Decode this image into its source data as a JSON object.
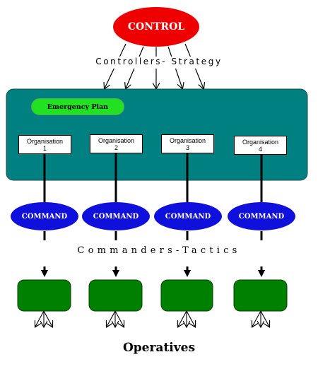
{
  "control": {
    "label": "CONTROL",
    "fill": "#ee0000"
  },
  "controllers_strategy": "Controllers- Strategy",
  "emergency_plan": {
    "label": "Emergency Plan",
    "fill": "#22e022"
  },
  "organisations": [
    {
      "line1": "Organisation",
      "line2": "1"
    },
    {
      "line1": "Organisation",
      "line2": "2"
    },
    {
      "line1": "Organisation",
      "line2": "3"
    },
    {
      "line1": "Organisation",
      "line2": "4"
    }
  ],
  "commands": [
    {
      "label": "COMMAND"
    },
    {
      "label": "COMMAND"
    },
    {
      "label": "COMMAND"
    },
    {
      "label": "COMMAND"
    }
  ],
  "commanders_tactics": "Commanders-Tactics",
  "operatives": "Operatives",
  "colors": {
    "control": "#ee0000",
    "panel": "#008080",
    "command": "#1010dd",
    "operative": "#008000",
    "emergency": "#22e022"
  }
}
